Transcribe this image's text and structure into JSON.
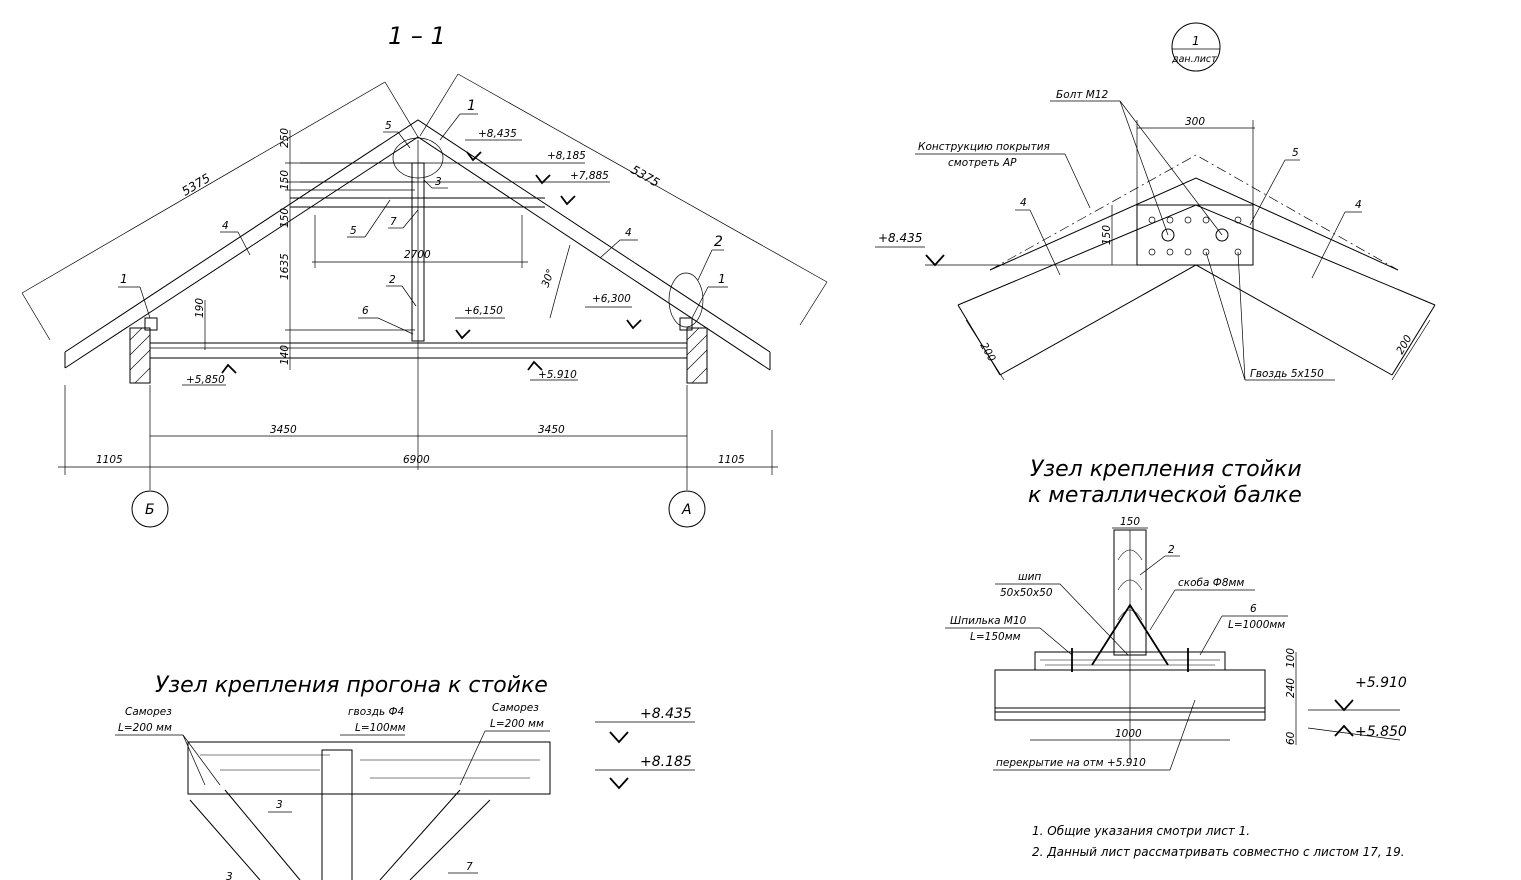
{
  "section": {
    "title": "1 – 1",
    "rafter_length_left": "5375",
    "rafter_length_right": "5375",
    "elevations": [
      "+8,435",
      "+8,185",
      "+7,885",
      "+6,150",
      "+6,300",
      "+5,850",
      "+5.910"
    ],
    "vertical_dims": [
      "250",
      "150",
      "150",
      "1635",
      "190",
      "140"
    ],
    "dim_2700": "2700",
    "angle": "30°",
    "spans": [
      "3450",
      "3450"
    ],
    "bottom_dims": [
      "1105",
      "6900",
      "1105"
    ],
    "axes": [
      "Б",
      "А"
    ],
    "callouts": [
      "1",
      "2",
      "3",
      "4",
      "5",
      "6",
      "7"
    ]
  },
  "ridge_detail": {
    "ref_number": "1",
    "ref_sheet": "дан.лист",
    "bolt": "Болт М12",
    "roof_note_1": "Конструкцию покрытия",
    "roof_note_2": "смотреть АР",
    "dim_300": "300",
    "dim_150": "150",
    "dim_200": "200",
    "elevation": "+8.435",
    "nail": "Гвоздь 5х150",
    "callouts": [
      "4",
      "5",
      "4"
    ]
  },
  "post_detail": {
    "title_1": "Узел крепления стойки",
    "title_2": "к металлической балке",
    "dim_150": "150",
    "spike_1": "шип",
    "spike_2": "50х50х50",
    "stud_1": "Шпилька М10",
    "stud_2": "L=150мм",
    "bracket": "скоба Ф8мм",
    "part_6": "6",
    "part_6_len": "L=1000мм",
    "part_2": "2",
    "dims_v": [
      "100",
      "240",
      "60"
    ],
    "dim_1000": "1000",
    "floor": "перекрытие на отм +5.910",
    "elev_1": "+5.910",
    "elev_2": "+5.850"
  },
  "purlin_detail": {
    "title": "Узел крепления прогона к стойке",
    "screw_left_1": "Саморез",
    "screw_left_2": "L=200 мм",
    "nail_1": "гвоздь Ф4",
    "nail_2": "L=100мм",
    "screw_right_1": "Саморез",
    "screw_right_2": "L=200 мм",
    "elev_1": "+8.435",
    "elev_2": "+8.185",
    "callouts": [
      "3",
      "7",
      "3"
    ]
  },
  "notes": [
    "1. Общие указания смотри лист 1.",
    "2. Данный лист рассматривать совместно с листом 17, 19."
  ]
}
